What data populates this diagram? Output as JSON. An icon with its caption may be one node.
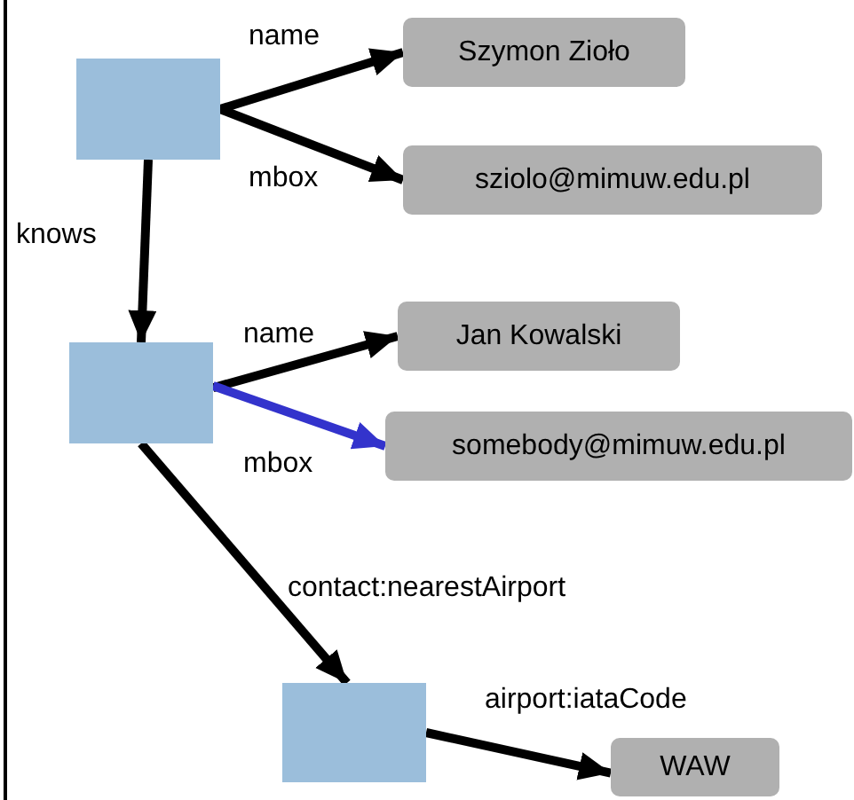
{
  "diagram": {
    "nodes": [
      {
        "text": [],
        "shape": "box"
      },
      {
        "text": [
          "Szymon Zioło"
        ]
      },
      {
        "text": [
          "sziolo@mimuw.edu.pl"
        ]
      },
      {
        "text": [],
        "shape": "box"
      },
      {
        "text": [
          "Jan Kowalski"
        ]
      },
      {
        "text": [
          "somebody@mimuw.edu.pl"
        ]
      },
      {
        "text": [],
        "shape": "box"
      },
      {
        "text": [
          "WAW"
        ]
      }
    ],
    "edges": [
      {
        "from": 0,
        "to": 1,
        "arrow": "to",
        "label": "name"
      },
      {
        "from": 0,
        "to": 2,
        "arrow": "to",
        "label": "mbox"
      },
      {
        "from": 0,
        "to": 3,
        "arrow": "to",
        "label": "knows"
      },
      {
        "from": 3,
        "to": 4,
        "arrow": "to",
        "label": "name"
      },
      {
        "from": 3,
        "to": 5,
        "arrow": "to",
        "label": "mbox",
        "color": "#3333cc"
      },
      {
        "from": 3,
        "to": 6,
        "arrow": "to",
        "label": "contact:nearestAirport"
      },
      {
        "from": 6,
        "to": 7,
        "arrow": "to",
        "label": "airport:iataCode"
      }
    ]
  }
}
